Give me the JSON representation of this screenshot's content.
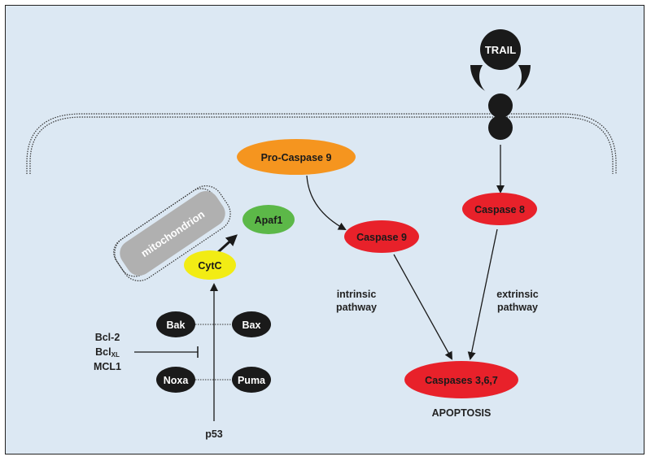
{
  "colors": {
    "background": "#dce8f3",
    "node_dark": "#1a1a1a",
    "pro_caspase": "#f5951f",
    "caspase_red": "#e8212a",
    "apaf1_green": "#5cb848",
    "cytc_yellow": "#f2ec14",
    "mitochondrion_gray": "#b0b0b0"
  },
  "receptor": {
    "ligand_label": "TRAIL"
  },
  "organelle": {
    "label": "mitochondrion"
  },
  "nodes": {
    "pro_caspase_9": "Pro-Caspase 9",
    "apaf1": "Apaf1",
    "cytc": "CytC",
    "caspase_9": "Caspase 9",
    "caspase_8": "Caspase 8",
    "caspases_367": "Caspases 3,6,7",
    "bak": "Bak",
    "bax": "Bax",
    "noxa": "Noxa",
    "puma": "Puma"
  },
  "inhibitors": {
    "bcl2": "Bcl-2",
    "bclxl_main": "Bcl",
    "bclxl_sub": "XL",
    "mcl1": "MCL1"
  },
  "labels": {
    "p53": "p53",
    "apoptosis": "APOPTOSIS",
    "intrinsic_line1": "intrinsic",
    "intrinsic_line2": "pathway",
    "extrinsic_line1": "extrinsic",
    "extrinsic_line2": "pathway"
  }
}
